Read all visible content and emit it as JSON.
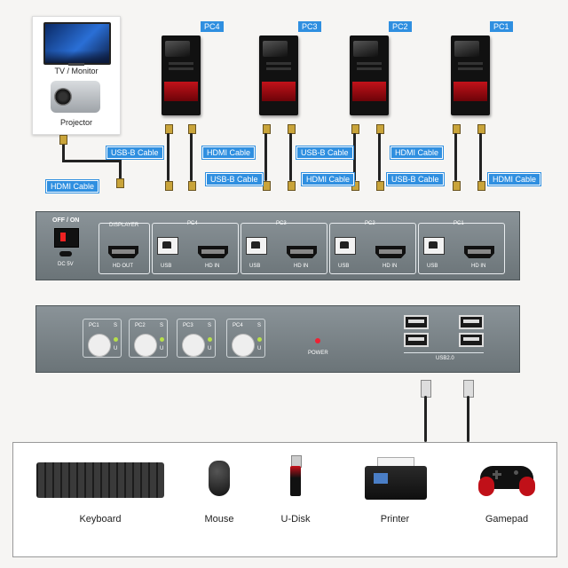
{
  "display": {
    "tv_label": "TV / Monitor",
    "projector_label": "Projector",
    "hdmi_cable_label": "HDMI Cable"
  },
  "computers": [
    {
      "name": "PC4"
    },
    {
      "name": "PC3"
    },
    {
      "name": "PC2"
    },
    {
      "name": "PC1"
    }
  ],
  "cable_labels": {
    "usb_b": "USB-B Cable",
    "hdmi": "HDMI Cable"
  },
  "back_panel": {
    "power_label": "OFF / ON",
    "dc_label": "DC 5V",
    "displayer_label": "DISPLAYER",
    "hd_out_label": "HD OUT",
    "groups": [
      {
        "name": "PC4",
        "usb": "USB",
        "hdmi": "HD IN"
      },
      {
        "name": "PC3",
        "usb": "USB",
        "hdmi": "HD IN"
      },
      {
        "name": "PC2",
        "usb": "USB",
        "hdmi": "HD IN"
      },
      {
        "name": "PC1",
        "usb": "USB",
        "hdmi": "HD IN"
      }
    ]
  },
  "front_panel": {
    "buttons": [
      {
        "name": "PC1",
        "s": "S",
        "u": "U"
      },
      {
        "name": "PC2",
        "s": "S",
        "u": "U"
      },
      {
        "name": "PC3",
        "s": "S",
        "u": "U"
      },
      {
        "name": "PC4",
        "s": "S",
        "u": "U"
      }
    ],
    "power_label": "POWER",
    "usb_label": "USB2.0"
  },
  "peripherals": [
    {
      "label": "Keyboard",
      "icon": "keyboard-icon"
    },
    {
      "label": "Mouse",
      "icon": "mouse-icon"
    },
    {
      "label": "U-Disk",
      "icon": "usb-drive-icon"
    },
    {
      "label": "Printer",
      "icon": "printer-icon"
    },
    {
      "label": "Gamepad",
      "icon": "gamepad-icon"
    }
  ],
  "colors": {
    "tag_blue": "#2f8fe0",
    "panel_gray": "#7b8488",
    "tower_red": "#c2121a"
  }
}
